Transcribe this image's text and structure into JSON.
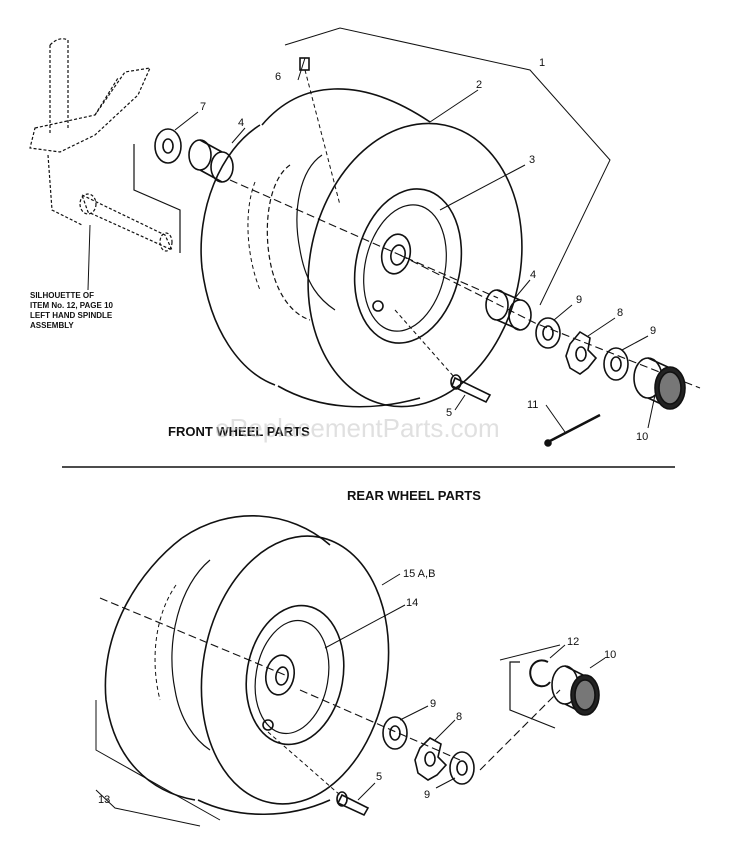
{
  "sections": {
    "front_title": "FRONT WHEEL PARTS",
    "rear_title": "REAR WHEEL PARTS"
  },
  "note": {
    "line1": "SILHOUETTE OF",
    "line2": "ITEM No. 12, PAGE 10",
    "line3": "LEFT HAND SPINDLE",
    "line4": "ASSEMBLY"
  },
  "watermark": "eReplacementParts.com",
  "callouts": {
    "front": {
      "c1": "1",
      "c2": "2",
      "c3": "3",
      "c4a": "4",
      "c4b": "4",
      "c5": "5",
      "c6": "6",
      "c7": "7",
      "c8": "8",
      "c9a": "9",
      "c9b": "9",
      "c10": "10",
      "c11": "11"
    },
    "rear": {
      "c15": "15 A,B",
      "c14": "14",
      "c12": "12",
      "c10": "10",
      "c9a": "9",
      "c8": "8",
      "c9b": "9",
      "c5": "5",
      "c13": "13"
    }
  }
}
